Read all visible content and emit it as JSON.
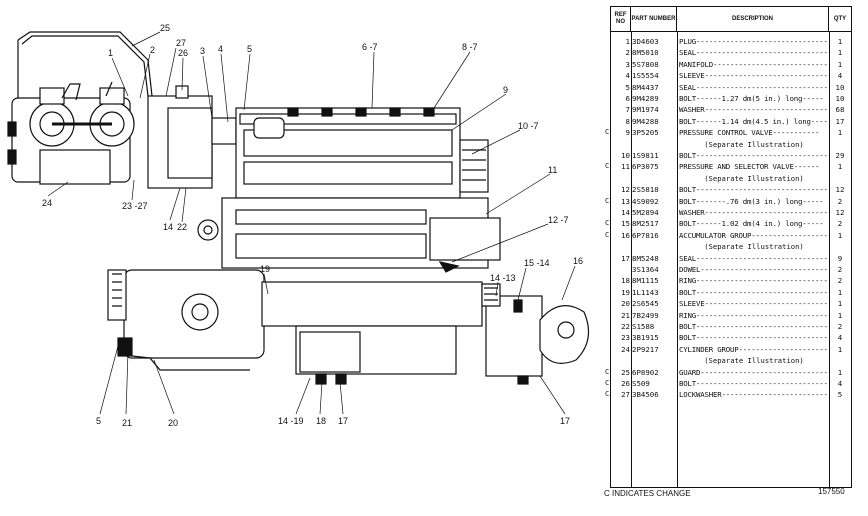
{
  "diagram": {
    "callouts": [
      "25",
      "1",
      "2",
      "27",
      "26",
      "3",
      "4",
      "5",
      "6 -7",
      "8 -7",
      "9",
      "10 -7",
      "11",
      "12 -7",
      "15 -14",
      "16",
      "14 -13",
      "24",
      "23 -27",
      "14",
      "22",
      "19",
      "5",
      "21",
      "20",
      "14 -19",
      "18",
      "17",
      "17"
    ]
  },
  "parts_table": {
    "headers": {
      "ref_no": "REF NO",
      "part_number": "PART NUMBER",
      "description": "DESCRIPTION",
      "qty": "QTY"
    },
    "rows": [
      {
        "ch": "",
        "no": "1",
        "pn": "3D4603",
        "desc": "PLUG--------------------------------",
        "qty": "1"
      },
      {
        "ch": "",
        "no": "2",
        "pn": "8M5010",
        "desc": "SEAL--------------------------------",
        "qty": "1"
      },
      {
        "ch": "",
        "no": "3",
        "pn": "5S7808",
        "desc": "MANIFOLD-----------------------------",
        "qty": "1"
      },
      {
        "ch": "",
        "no": "4",
        "pn": "1S5554",
        "desc": "SLEEVE------------------------------",
        "qty": "4"
      },
      {
        "ch": "",
        "no": "5",
        "pn": "8M4437",
        "desc": "SEAL--------------------------------",
        "qty": "10"
      },
      {
        "ch": "",
        "no": "6",
        "pn": "9M4289",
        "desc": "BOLT------1.27 dm(5 in.) long-----",
        "qty": "10"
      },
      {
        "ch": "",
        "no": "7",
        "pn": "9M1974",
        "desc": "WASHER------------------------------",
        "qty": "68"
      },
      {
        "ch": "",
        "no": "8",
        "pn": "9M4288",
        "desc": "BOLT------1.14 dm(4.5 in.) long----",
        "qty": "17"
      },
      {
        "ch": "C",
        "no": "9",
        "pn": "3P5205",
        "desc": "PRESSURE CONTROL VALVE-----------",
        "qty": "1"
      },
      {
        "ch": "",
        "no": "10",
        "pn": "1S9811",
        "desc": "BOLT-------------------------------",
        "qty": "29"
      },
      {
        "ch": "C",
        "no": "11",
        "pn": "6P3075",
        "desc": "PRESSURE AND SELECTOR VALVE------",
        "qty": "1"
      },
      {
        "ch": "",
        "no": "12",
        "pn": "2S5818",
        "desc": "BOLT-------------------------------",
        "qty": "12"
      },
      {
        "ch": "C",
        "no": "13",
        "pn": "4S9092",
        "desc": "BOLT-------.76 dm(3 in.) long-----",
        "qty": "2"
      },
      {
        "ch": "",
        "no": "14",
        "pn": "5M2894",
        "desc": "WASHER-----------------------------",
        "qty": "12"
      },
      {
        "ch": "C",
        "no": "15",
        "pn": "8M2517",
        "desc": "BOLT------1.02 dm(4 in.) long-----",
        "qty": "2"
      },
      {
        "ch": "C",
        "no": "16",
        "pn": "6P7816",
        "desc": "ACCUMULATOR GROUP------------------",
        "qty": "1"
      },
      {
        "ch": "",
        "no": "17",
        "pn": "8M5248",
        "desc": "SEAL-------------------------------",
        "qty": "9"
      },
      {
        "ch": "",
        "no": "",
        "pn": "3S1364",
        "desc": "DOWEL------------------------------",
        "qty": "2"
      },
      {
        "ch": "",
        "no": "18",
        "pn": "8M1115",
        "desc": "RING-------------------------------",
        "qty": "2"
      },
      {
        "ch": "",
        "no": "19",
        "pn": "1L1143",
        "desc": "BOLT-------------------------------",
        "qty": "1"
      },
      {
        "ch": "",
        "no": "20",
        "pn": "2S6545",
        "desc": "SLEEVE-----------------------------",
        "qty": "1"
      },
      {
        "ch": "",
        "no": "21",
        "pn": "7B2499",
        "desc": "RING-------------------------------",
        "qty": "1"
      },
      {
        "ch": "",
        "no": "22",
        "pn": "S1588",
        "desc": "BOLT-------------------------------",
        "qty": "2"
      },
      {
        "ch": "",
        "no": "23",
        "pn": "3B1915",
        "desc": "BOLT-------------------------------",
        "qty": "4"
      },
      {
        "ch": "",
        "no": "24",
        "pn": "2P9217",
        "desc": "CYLINDER GROUP---------------------",
        "qty": "1"
      },
      {
        "ch": "C",
        "no": "25",
        "pn": "6P8902",
        "desc": "GUARD------------------------------",
        "qty": "1"
      },
      {
        "ch": "C",
        "no": "26",
        "pn": "S509",
        "desc": "BOLT-------------------------------",
        "qty": "4"
      },
      {
        "ch": "C",
        "no": "27",
        "pn": "3B4506",
        "desc": "LOCKWASHER-------------------------",
        "qty": "5"
      }
    ],
    "separate": "(Separate Illustration)"
  },
  "footnote": "C INDICATES CHANGE",
  "figure_number": "157550"
}
